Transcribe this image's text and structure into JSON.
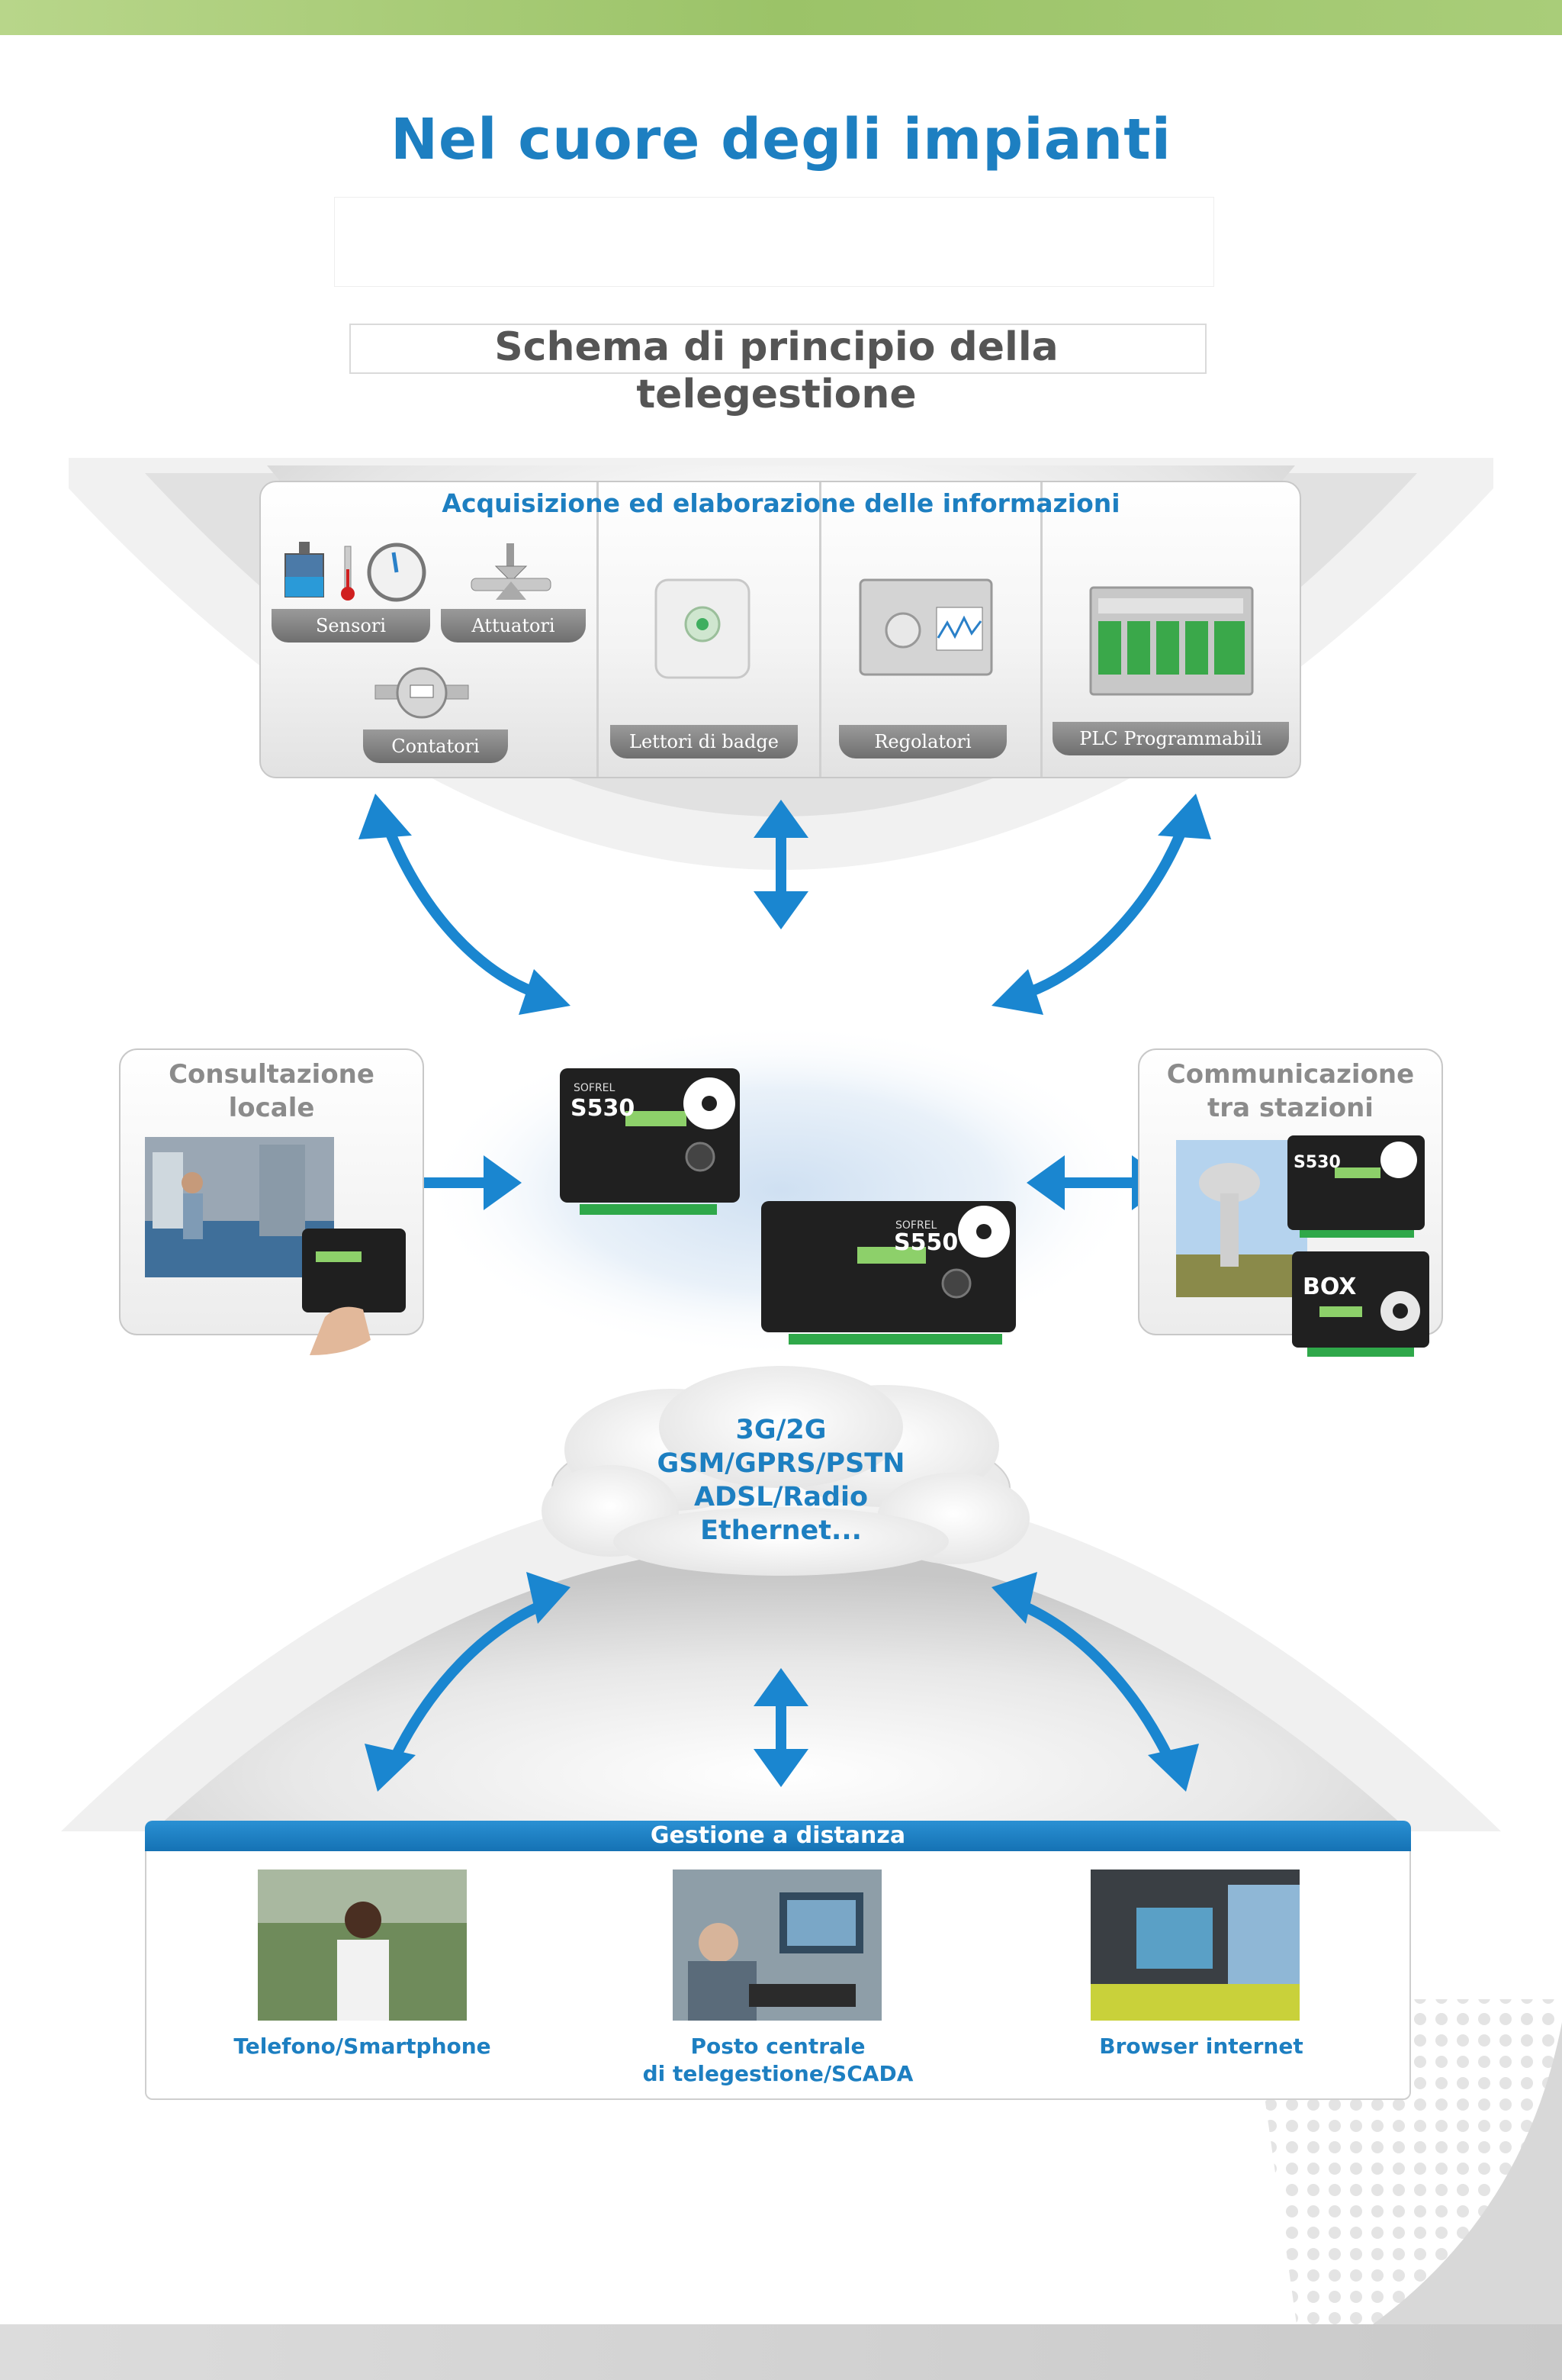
{
  "header": {
    "title": "Nel cuore degli impianti",
    "subtitle": "Schema di principio della telegestione"
  },
  "acquisition": {
    "title": "Acquisizione ed elaborazione delle informazioni",
    "items": [
      {
        "label": "Sensori"
      },
      {
        "label": "Attuatori"
      },
      {
        "label": "Contatori"
      },
      {
        "label": "Lettori di badge"
      },
      {
        "label": "Regolatori"
      },
      {
        "label": "PLC Programmabili"
      }
    ]
  },
  "local": {
    "title_line1": "Consultazione",
    "title_line2": "locale"
  },
  "stations": {
    "title_line1": "Communicazione",
    "title_line2": "tra stazioni"
  },
  "devices": {
    "brand": "SOFREL",
    "model_a": "S530",
    "model_b": "S550",
    "model_c": "BOX"
  },
  "network": {
    "lines": [
      "3G/2G",
      "GSM/GPRS/PSTN",
      "ADSL/Radio",
      "Ethernet..."
    ]
  },
  "remote": {
    "title": "Gestione a distanza",
    "items": [
      {
        "label": "Telefono/Smartphone"
      },
      {
        "label_line1": "Posto centrale",
        "label_line2": "di telegestione/SCADA"
      },
      {
        "label": "Browser internet"
      }
    ]
  },
  "colors": {
    "accent_blue": "#1d7fc1",
    "arrow_blue": "#1a86d0",
    "top_bar_green": "#9bc368",
    "pill_gray": "#808080"
  }
}
